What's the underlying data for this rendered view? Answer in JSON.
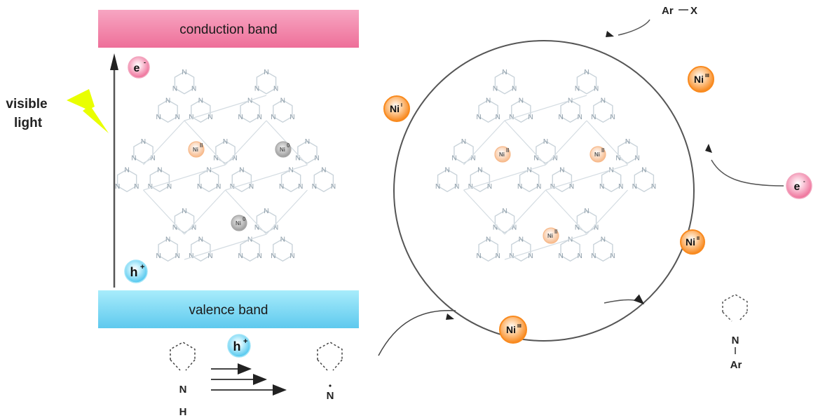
{
  "bands": {
    "conduction": {
      "label": "conduction band",
      "color_top": "#f7a6c2",
      "color_bottom": "#ee6f99"
    },
    "valence": {
      "label": "valence band",
      "color_top": "#a8ecfb",
      "color_bottom": "#5ec9ee"
    }
  },
  "light": {
    "line1": "visible",
    "line2": "light",
    "bolt_color": "#e9ff00"
  },
  "carriers": {
    "electron": {
      "base": "e",
      "sup": "-",
      "color": "#f07aa0"
    },
    "hole": {
      "base": "h",
      "sup": "+",
      "color": "#5cd0f2"
    }
  },
  "amine": {
    "atom": "N",
    "h": "H",
    "radical_atom": "N"
  },
  "catalytic_cycle": {
    "nickel_color": "#f98a1e",
    "species": [
      {
        "id": "left",
        "base": "Ni",
        "sup": "I"
      },
      {
        "id": "top-right",
        "base": "Ni",
        "sup": "III"
      },
      {
        "id": "right",
        "base": "Ni",
        "sup": "II"
      },
      {
        "id": "bottom",
        "base": "Ni",
        "sup": "III"
      }
    ],
    "reagent": {
      "ar": "Ar",
      "x": "X"
    },
    "electron_in": {
      "base": "e",
      "sup": "-"
    },
    "product": {
      "atom": "N",
      "substituent": "Ar"
    }
  },
  "framework": {
    "atom_label": "N",
    "left_ni": [
      {
        "base": "Ni",
        "sup": "II",
        "color": "#f7b98a"
      },
      {
        "base": "Ni",
        "sup": "0",
        "color": "#a8a8a8"
      },
      {
        "base": "Ni",
        "sup": "0",
        "color": "#a8a8a8"
      }
    ],
    "right_ni": [
      {
        "base": "Ni",
        "sup": "II",
        "color": "#f7b98a"
      },
      {
        "base": "Ni",
        "sup": "II",
        "color": "#f7b98a"
      },
      {
        "base": "Ni",
        "sup": "II",
        "color": "#f7b98a"
      }
    ]
  }
}
